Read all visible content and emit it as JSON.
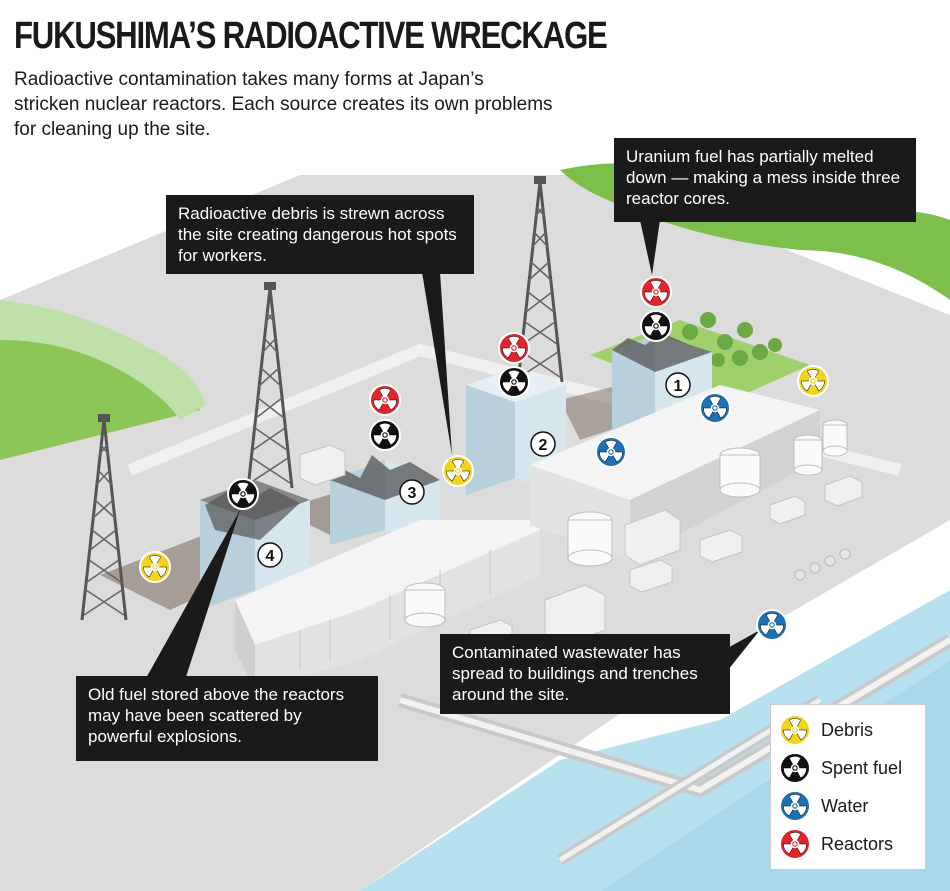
{
  "title": "FUKUSHIMA’S RADIOACTIVE WRECKAGE",
  "subtitle": "Radioactive contamination takes many forms at Japan’s stricken nuclear reactors. Each source creates its own problems for cleaning up the site.",
  "callouts": {
    "uranium": "Uranium fuel has partially melted down — making a mess inside three reactor cores.",
    "debris": "Radioactive debris is strewn across the site creating dangerous hot spots for workers.",
    "wastewater": "Contaminated wastewater has spread to buildings and trenches around the site.",
    "old_fuel": "Old fuel stored above the reactors may have been scattered by powerful explosions."
  },
  "reactor_labels": [
    "1",
    "2",
    "3",
    "4"
  ],
  "legend": [
    {
      "label": "Debris",
      "color": "#f2d41b"
    },
    {
      "label": "Spent fuel",
      "color": "#111111"
    },
    {
      "label": "Water",
      "color": "#1f6fb5"
    },
    {
      "label": "Reactors",
      "color": "#e0262b"
    }
  ],
  "colors": {
    "sea": "#a8d8ea",
    "land": "#dcdcdc",
    "hill": "#7cbf4a",
    "building": "#eeeeee",
    "reactor_wall": "#c8dde6",
    "callout_bg": "#1a1a1a"
  }
}
